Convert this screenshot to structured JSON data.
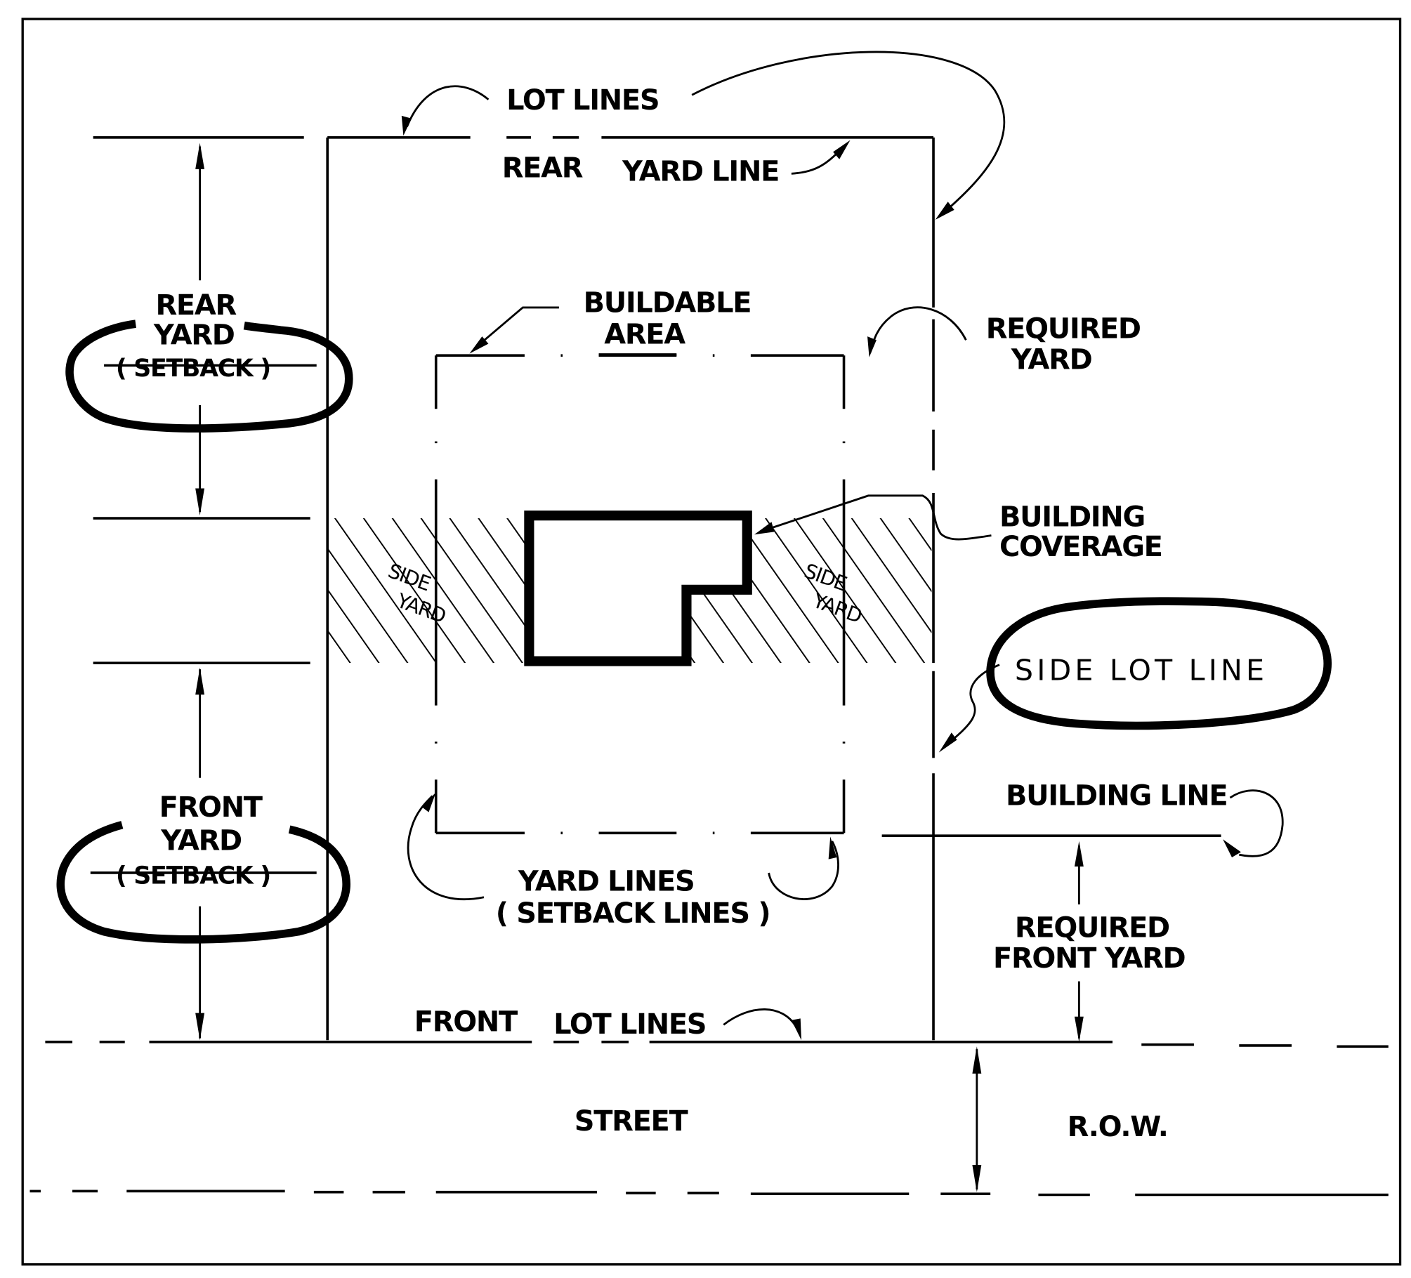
{
  "diagram": {
    "title": "Zoning lot diagram: lot lines, yards, setbacks and building coverage",
    "colors": {
      "ink": "#000000",
      "paper": "#ffffff"
    },
    "labels": {
      "lot_lines": "LOT LINES",
      "rear": "REAR",
      "yard_line": "YARD LINE",
      "buildable_1": "BUILDABLE",
      "buildable_2": "AREA",
      "required_yard_1": "REQUIRED",
      "required_yard_2": "YARD",
      "rear_yard_1": "REAR",
      "rear_yard_2": "YARD",
      "rear_yard_3": "( SETBACK )",
      "building_coverage_1": "BUILDING",
      "building_coverage_2": "COVERAGE",
      "side_yard_left_1": "SIDE",
      "side_yard_left_2": "YARD",
      "side_yard_right_1": "SIDE",
      "side_yard_right_2": "YARD",
      "side_lot_line": "SIDE LOT LINE",
      "building_line": "BUILDING LINE",
      "front_yard_1": "FRONT",
      "front_yard_2": "YARD",
      "front_yard_3": "( SETBACK )",
      "yard_lines_1": "YARD LINES",
      "yard_lines_2": "( SETBACK LINES )",
      "required_front_yard_1": "REQUIRED",
      "required_front_yard_2": "FRONT YARD",
      "front": "FRONT",
      "front_lot_lines": "LOT LINES",
      "street": "STREET",
      "row": "R.O.W."
    }
  }
}
